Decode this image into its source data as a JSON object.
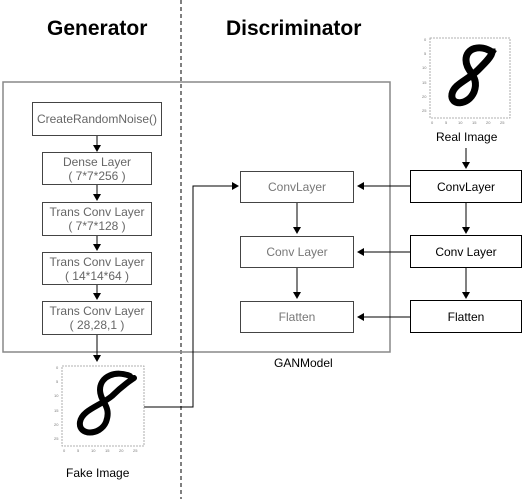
{
  "headings": {
    "generator": "Generator",
    "discriminator": "Discriminator"
  },
  "generator": {
    "noise": "CreateRandomNoise()",
    "layers": [
      {
        "name": "Dense Layer",
        "shape": "( 7*7*256 )"
      },
      {
        "name": "Trans Conv Layer",
        "shape": "( 7*7*128 )"
      },
      {
        "name": "Trans Conv Layer",
        "shape": "( 14*14*64 )"
      },
      {
        "name": "Trans Conv Layer",
        "shape": "( 28,28,1 )"
      }
    ]
  },
  "gan_model_label": "GANModel",
  "discriminator_inner": [
    "ConvLayer",
    "Conv Layer",
    "Flatten"
  ],
  "discriminator_real": [
    "ConvLayer",
    "Conv Layer",
    "Flatten"
  ],
  "images": {
    "real": {
      "caption": "Real Image",
      "ticks_x": [
        "0",
        "5",
        "10",
        "15",
        "20",
        "25"
      ],
      "ticks_y": [
        "0",
        "5",
        "10",
        "15",
        "20",
        "25"
      ]
    },
    "fake": {
      "caption": "Fake Image",
      "ticks_x": [
        "0",
        "5",
        "10",
        "15",
        "20",
        "25"
      ],
      "ticks_y": [
        "0",
        "5",
        "10",
        "15",
        "20",
        "25"
      ]
    }
  }
}
